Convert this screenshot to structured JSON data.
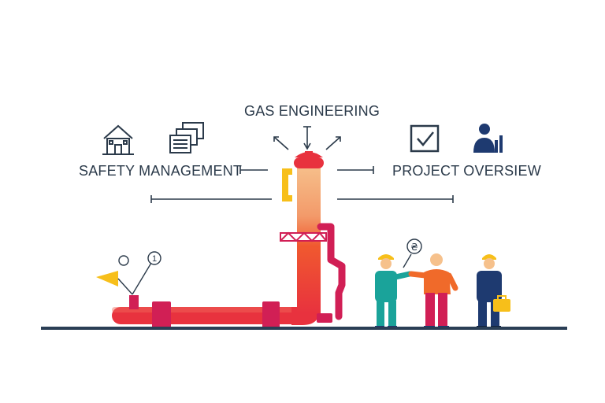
{
  "title": "GAS ENGINEERING",
  "left_section": {
    "label": "SAFETY MANAGEMENT",
    "icons": [
      "house-icon",
      "documents-icon"
    ]
  },
  "right_section": {
    "label": "PROJECT OVERSIEW",
    "icons": [
      "checkbox-icon",
      "manager-chart-icon"
    ]
  },
  "pipeline": {
    "valve_marker": "1",
    "coin_marker": "₴"
  },
  "colors": {
    "text": "#2b3a4a",
    "pipe_red": "#e8323e",
    "pipe_orange": "#f06a2a",
    "pipe_crimson": "#d11f55",
    "pipe_top": "#f6c18c",
    "yellow": "#f7bf1a",
    "teal": "#1aa39a",
    "navy": "#1e3a70",
    "ground": "#2a3e55"
  }
}
